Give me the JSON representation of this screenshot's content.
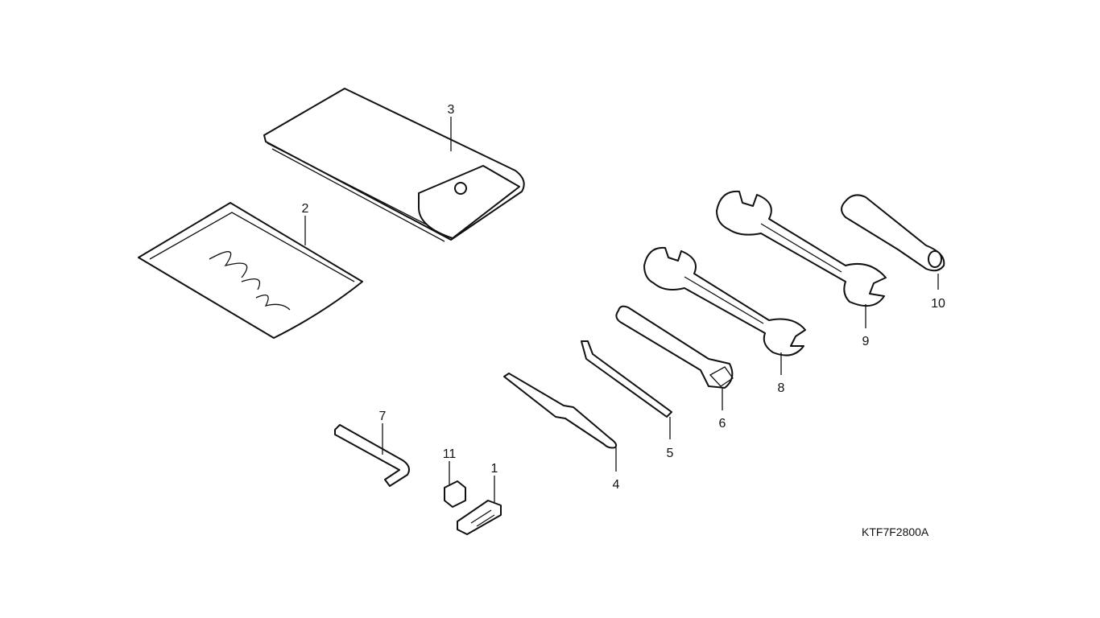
{
  "diagram": {
    "code": "KTF7F2800A",
    "callouts": [
      {
        "id": "1",
        "part": "clip"
      },
      {
        "id": "2",
        "part": "document-bag"
      },
      {
        "id": "3",
        "part": "tool-bag"
      },
      {
        "id": "4",
        "part": "screwdriver"
      },
      {
        "id": "5",
        "part": "handle-bar"
      },
      {
        "id": "6",
        "part": "spark-plug-wrench"
      },
      {
        "id": "7",
        "part": "hex-wrench"
      },
      {
        "id": "8",
        "part": "open-end-wrench-small"
      },
      {
        "id": "9",
        "part": "open-end-wrench-large"
      },
      {
        "id": "10",
        "part": "screwdriver-grip"
      },
      {
        "id": "11",
        "part": "fuse"
      }
    ]
  }
}
